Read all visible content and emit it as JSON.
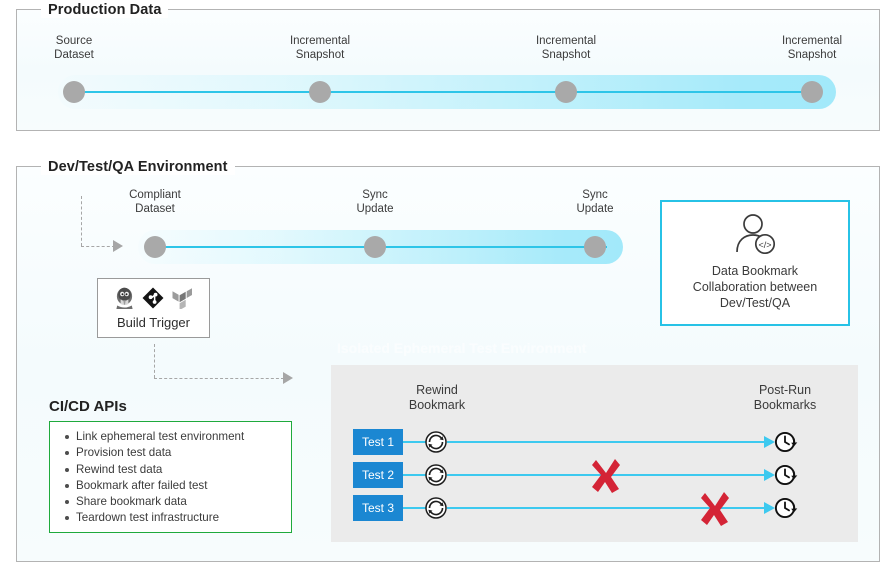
{
  "colors": {
    "cyan_line": "#2ec5e8",
    "cyan_arrow": "#3dc9ef",
    "node_gray": "#a9a9a9",
    "test_blue": "#1b87d2",
    "fail_red": "#d42436",
    "cicd_green": "#1faa3c",
    "collab_border": "#27c2e6",
    "panel_border": "#b3b3b3",
    "test_panel_bg": "#ebebeb"
  },
  "production": {
    "title": "Production Data",
    "nodes": [
      {
        "label": "Source\nDataset"
      },
      {
        "label": "Incremental\nSnapshot"
      },
      {
        "label": "Incremental\nSnapshot"
      },
      {
        "label": "Incremental\nSnapshot"
      }
    ]
  },
  "dev": {
    "title": "Dev/Test/QA Environment",
    "nodes": [
      {
        "label": "Compliant\nDataset"
      },
      {
        "label": "Sync\nUpdate"
      },
      {
        "label": "Sync\nUpdate"
      }
    ],
    "build_trigger": {
      "label": "Build Trigger",
      "icons": [
        "jenkins-icon",
        "git-icon",
        "terraform-icon"
      ]
    },
    "collaboration": {
      "icon": "developer-icon",
      "text": "Data Bookmark\nCollaboration between\nDev/Test/QA"
    },
    "cicd": {
      "title": "CI/CD APIs",
      "items": [
        "Link ephemeral test environment",
        "Provision test data",
        "Rewind test data",
        "Bookmark after failed test",
        "Share bookmark data",
        "Teardown test infrastructure"
      ]
    },
    "ephemeral_label": "Isolated Ephemeral Test Environment",
    "test_panel": {
      "col_left": "Rewind\nBookmark",
      "col_right": "Post-Run\nBookmarks",
      "rows": [
        {
          "label": "Test 1",
          "rewind_icon": "rewind-icon",
          "bookmark_icon": "clock-history-icon",
          "failure": null
        },
        {
          "label": "Test 2",
          "rewind_icon": "rewind-icon",
          "bookmark_icon": "clock-history-icon",
          "failure": "x-mark"
        },
        {
          "label": "Test 3",
          "rewind_icon": "rewind-icon",
          "bookmark_icon": "clock-history-icon",
          "failure": "x-mark"
        }
      ]
    }
  }
}
